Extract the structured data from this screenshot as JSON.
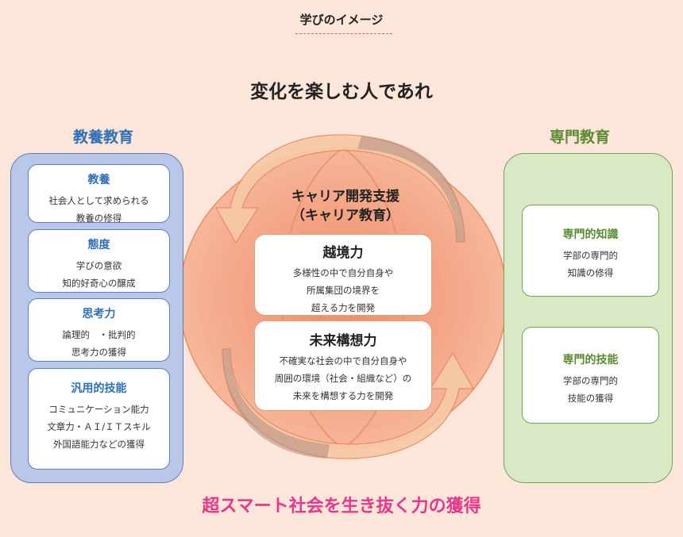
{
  "page_heading": "学びのイメージ",
  "main_title": "変化を楽しむ人であれ",
  "liberal": {
    "title": "教養教育",
    "cards": [
      {
        "title": "教養",
        "lines": [
          "社会人として求められる",
          "教養の修得"
        ]
      },
      {
        "title": "態度",
        "lines": [
          "学びの意欲",
          "知的好奇心の醸成"
        ]
      },
      {
        "title": "思考力",
        "lines": [
          "論理的　・批判的",
          "思考力の獲得"
        ]
      },
      {
        "title": "汎用的技能",
        "lines": [
          "コミュニケーション能力",
          "文章力・ＡＩ/ＩＴスキル",
          "外国語能力などの獲得"
        ]
      }
    ]
  },
  "center": {
    "title_line1": "キャリア開発支援",
    "title_line2": "（キャリア教育）",
    "cards": [
      {
        "title": "越境力",
        "lines": [
          "多様性の中で自分自身や",
          "所属集団の境界を",
          "超える力を開発"
        ]
      },
      {
        "title": "未来構想力",
        "lines": [
          "不確実な社会の中で自分自身や",
          "周囲の環境（社会・組織など）の",
          "未来を構想する力を開発"
        ]
      }
    ]
  },
  "specialty": {
    "title": "専門教育",
    "cards": [
      {
        "title": "専門的知識",
        "lines": [
          "学部の専門的",
          "知識の修得"
        ]
      },
      {
        "title": "専門的技能",
        "lines": [
          "学部の専門的",
          "技能の獲得"
        ]
      }
    ]
  },
  "footer_title": "超スマート社会を生き抜く力の獲得",
  "colors": {
    "background": "#fce6d9",
    "liberal_accent": "#2f6fb5",
    "specialty_accent": "#5a8b32",
    "footer_accent": "#e8378a",
    "circle": "#f0956e"
  }
}
